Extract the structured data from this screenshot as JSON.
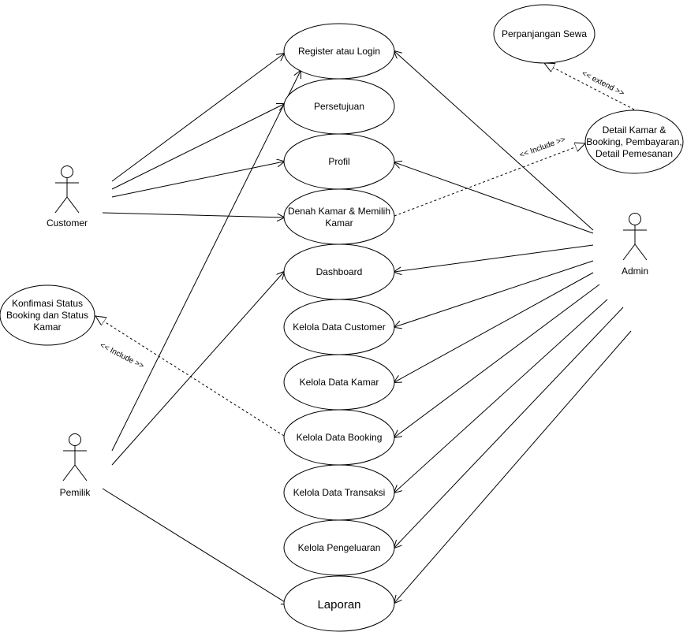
{
  "actors": {
    "customer": "Customer",
    "admin": "Admin",
    "pemilik": "Pemilik"
  },
  "use_cases": {
    "register": "Register atau Login",
    "persetujuan": "Persetujuan",
    "profil": "Profil",
    "denah_1": "Denah Kamar & Memilih",
    "denah_2": "Kamar",
    "dashboard": "Dashboard",
    "kelola_customer": "Kelola Data Customer",
    "kelola_kamar": "Kelola Data Kamar",
    "kelola_booking": "Kelola Data Booking",
    "kelola_transaksi": "Kelola Data Transaksi",
    "kelola_pengeluaran": "Kelola Pengeluaran",
    "laporan": "Laporan",
    "perpanjangan": "Perpanjangan Sewa",
    "detail_1": "Detail Kamar &",
    "detail_2": "Booking, Pembayaran,",
    "detail_3": "Detail Pemesanan",
    "konfirmasi_1": "Konfimasi Status",
    "konfirmasi_2": "Booking dan Status",
    "konfirmasi_3": "Kamar"
  },
  "relations": {
    "extend": "<< extend >>",
    "include_detail": "<< Include >>",
    "include_konfirmasi": "<< Include >>"
  }
}
